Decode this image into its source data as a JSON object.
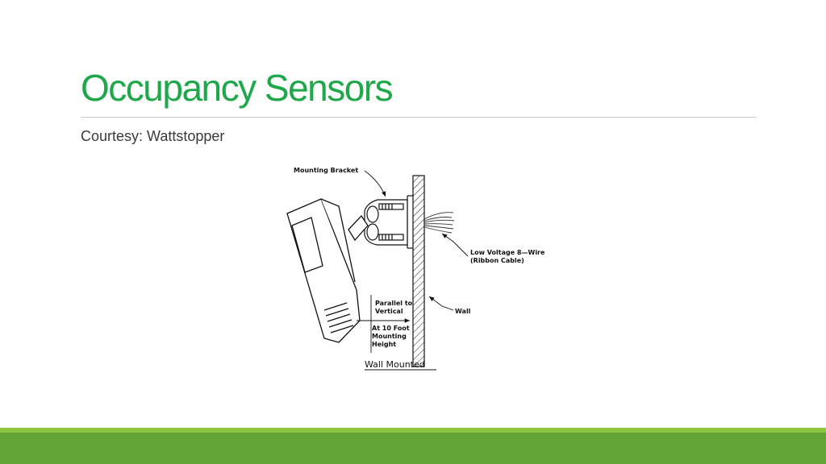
{
  "slide": {
    "title": "Occupancy Sensors",
    "subtitle": "Courtesy: Wattstopper"
  },
  "diagram": {
    "labels": {
      "mounting_bracket": "Mounting Bracket",
      "low_voltage_line1": "Low Voltage 8—Wire",
      "low_voltage_line2": "(Ribbon Cable)",
      "wall": "Wall",
      "parallel_line1": "Parallel to",
      "parallel_line2": "Vertical",
      "height_line1": "At 10 Foot",
      "height_line2": "Mounting",
      "height_line3": "Height",
      "caption": "Wall Mounted"
    }
  },
  "colors": {
    "title": "#1ea84a",
    "footer_light": "#8dc63f",
    "footer_dark": "#62a536"
  }
}
